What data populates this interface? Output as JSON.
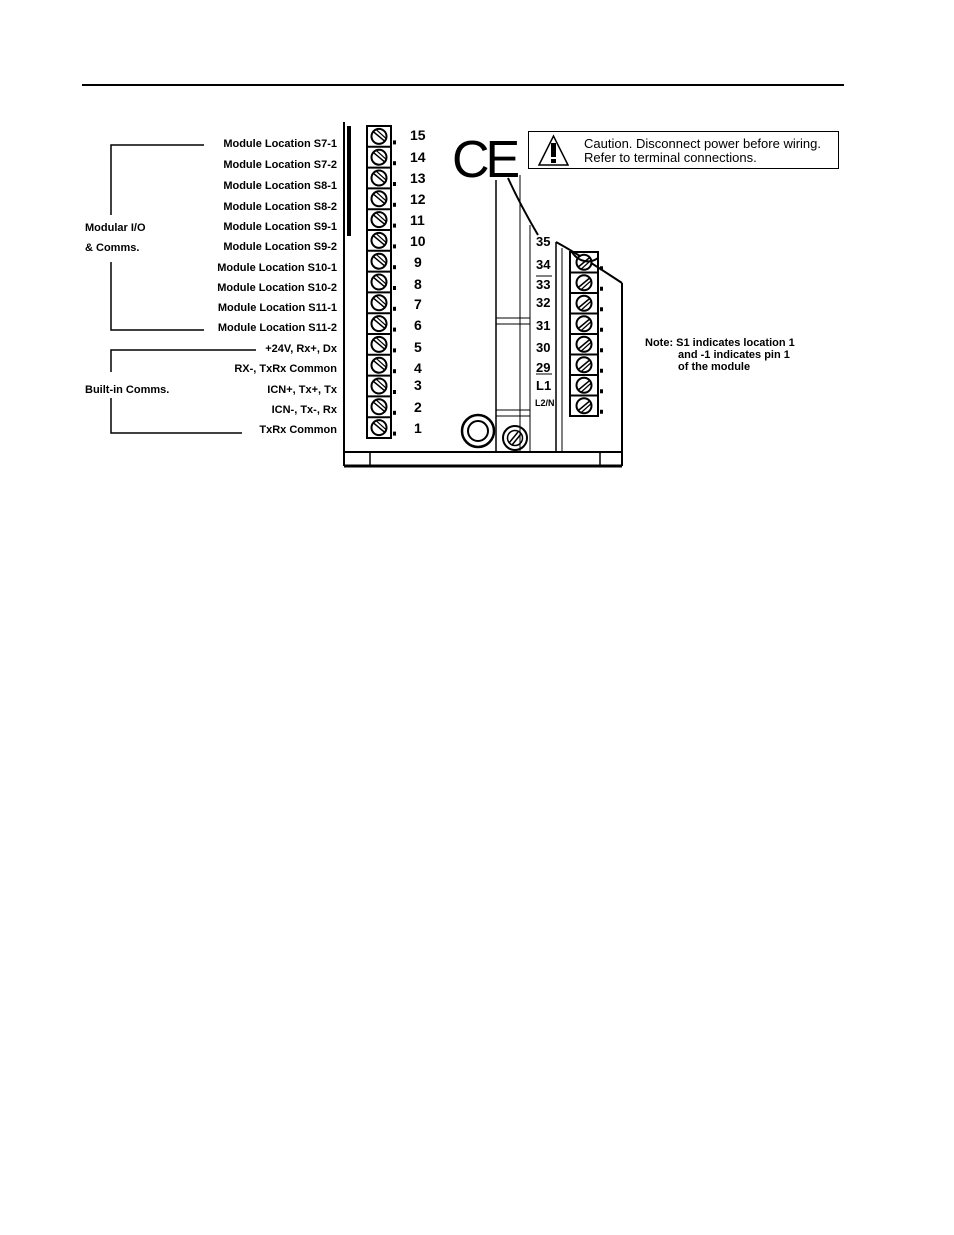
{
  "caution": {
    "line1": "Caution. Disconnect power before wiring.",
    "line2": "Refer to terminal connections."
  },
  "ce_mark": "CE",
  "groups": {
    "modular": {
      "line1": "Modular I/O",
      "line2": "& Comms."
    },
    "builtin": "Built-in Comms."
  },
  "left_labels": [
    "Module Location S7-1",
    "Module Location S7-2",
    "Module Location S8-1",
    "Module Location S8-2",
    "Module Location S9-1",
    "Module Location S9-2",
    "Module Location S10-1",
    "Module Location S10-2",
    "Module Location S11-1",
    "Module Location S11-2",
    "+24V, Rx+, Dx",
    "RX-, TxRx Common",
    "ICN+, Tx+, Tx",
    "ICN-, Tx-, Rx",
    "TxRx Common"
  ],
  "left_terminals": [
    "15",
    "14",
    "13",
    "12",
    "11",
    "10",
    "9",
    "8",
    "7",
    "6",
    "5",
    "4",
    "3",
    "2",
    "1"
  ],
  "right_terminals": [
    "35",
    "34",
    "33",
    "32",
    "31",
    "30",
    "29",
    "L1",
    "L2/N"
  ],
  "note": {
    "line1": "Note: S1 indicates location 1",
    "line2": "and -1 indicates pin 1",
    "line3": "of the module"
  }
}
